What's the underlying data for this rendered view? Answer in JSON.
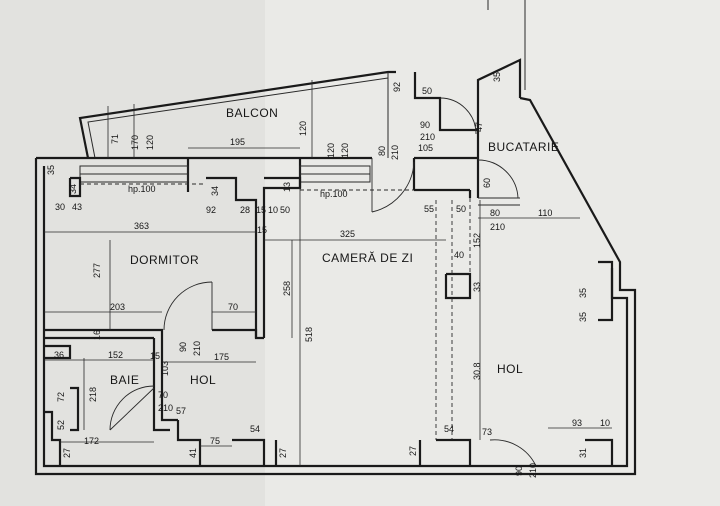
{
  "rooms": {
    "balcon": "BALCON",
    "bucatarie": "BUCATARIE",
    "dormitor": "DORMITOR",
    "camera": "CAMERĂ DE ZI",
    "baie": "BAIE",
    "hol1": "HOL",
    "hol2": "HOL"
  },
  "notes": {
    "hp1": "hp.100",
    "hp2": "hp.100"
  },
  "dims": {
    "d195": "195",
    "d363": "363",
    "d325": "325",
    "d203": "203",
    "d70a": "70",
    "d152a": "152",
    "d175": "175",
    "d70b": "70",
    "d210a": "210",
    "d57": "57",
    "d172": "172",
    "d75": "75",
    "d36": "36",
    "d92a": "92",
    "d28": "28",
    "d15a": "15",
    "d10a": "10",
    "d50a": "50",
    "d15b": "15",
    "d30": "30",
    "d43": "43",
    "d55": "55",
    "d50b": "50",
    "d80a": "80",
    "d110": "110",
    "d210b": "210",
    "d40": "40",
    "d93": "93",
    "d10b": "10",
    "d54a": "54",
    "d54b": "54",
    "d73": "73",
    "d15c": "15",
    "d50c": "50",
    "d90a": "90",
    "d210c": "210",
    "d105": "105",
    "v92a": "92",
    "v71": "71",
    "v170": "170",
    "v120a": "120",
    "v120b": "120",
    "v120c": "120",
    "v120d": "120",
    "v80": "80",
    "v210d": "210",
    "v35a": "35",
    "v34a": "34",
    "v277": "277",
    "v258": "258",
    "v518": "518",
    "v34b": "34",
    "v13": "13",
    "v60": "60",
    "v152b": "152",
    "v33": "33",
    "v308": "30.8",
    "v218": "218",
    "v72": "72",
    "v52": "52",
    "v103": "103",
    "v90b": "90",
    "v210e": "210",
    "v35b": "35",
    "v35c": "35",
    "v31": "31",
    "v27a": "27",
    "v27b": "27",
    "v41": "41",
    "v27c": "27",
    "v47": "47",
    "v35d": "35",
    "v16": "16",
    "v90c": "90",
    "v210f": "210"
  }
}
